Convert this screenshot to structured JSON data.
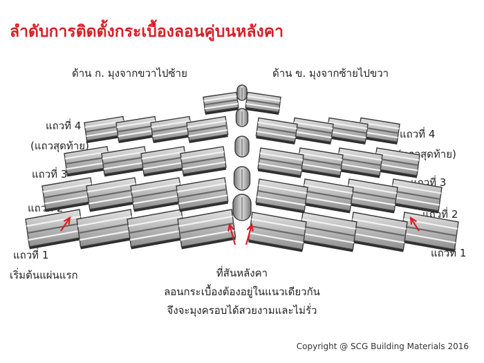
{
  "title": "ลำดับการติดตั้งกระเบื้องลอนคู่บนหลังคา",
  "side_a": "ด้าน ก. มุงจากขวาไปซ้าย",
  "side_b": "ด้าน ข. มุงจากซ้ายไปขวา",
  "left_rows": {
    "row4": "แถวที่ 4",
    "row4_note": "(แถวสุดท้าย)",
    "row3": "แถวที่ 3",
    "row2": "แถวที่ 2",
    "row1": "แถวที่ 1",
    "row1_note": "เริ่มต้นแผ่นแรก"
  },
  "right_rows": {
    "row4": "แถวที่ 4",
    "row4_note": "(แถวสุดท้าย)",
    "row3": "แถวที่ 3",
    "row2": "แถวที่ 2",
    "row1": "แถวที่ 1"
  },
  "ridge_note": {
    "line1": "ที่สันหลังคา",
    "line2": "ลอนกระเบื้องต้องอยู่ในแนวเดียวกัน",
    "line3": "จึงจะมุงครอบได้สวยงามและไม่รั่ว"
  },
  "copyright": "Copyright  @ SCG Building Materials 2016",
  "colors": {
    "title": "#d81f26",
    "arrow": "#d81f26",
    "tile_light": "#c9c9c9",
    "tile_dark": "#4a4a4a"
  }
}
